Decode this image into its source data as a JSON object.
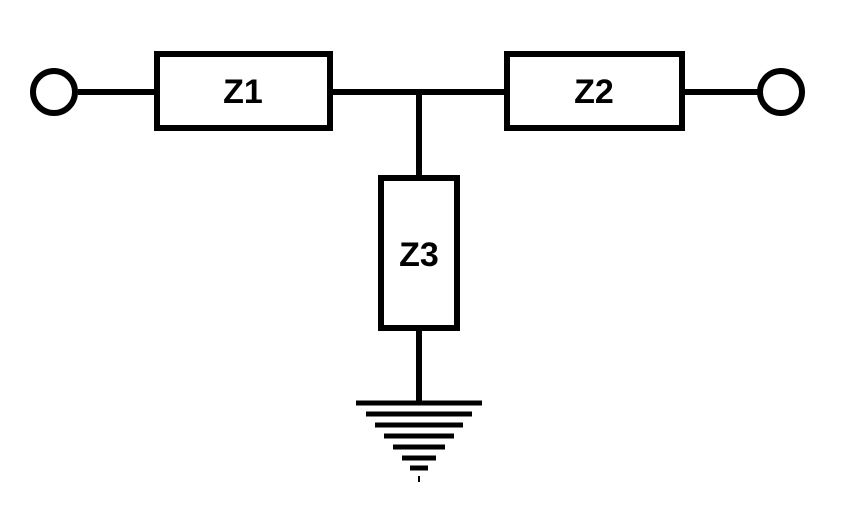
{
  "diagram": {
    "components": [
      {
        "id": "z1",
        "label": "Z1"
      },
      {
        "id": "z2",
        "label": "Z2"
      },
      {
        "id": "z3",
        "label": "Z3"
      }
    ],
    "terminals": [
      "input-terminal",
      "output-terminal"
    ],
    "ground": "ground-symbol",
    "colors": {
      "stroke": "#000000",
      "background": "#ffffff"
    }
  }
}
